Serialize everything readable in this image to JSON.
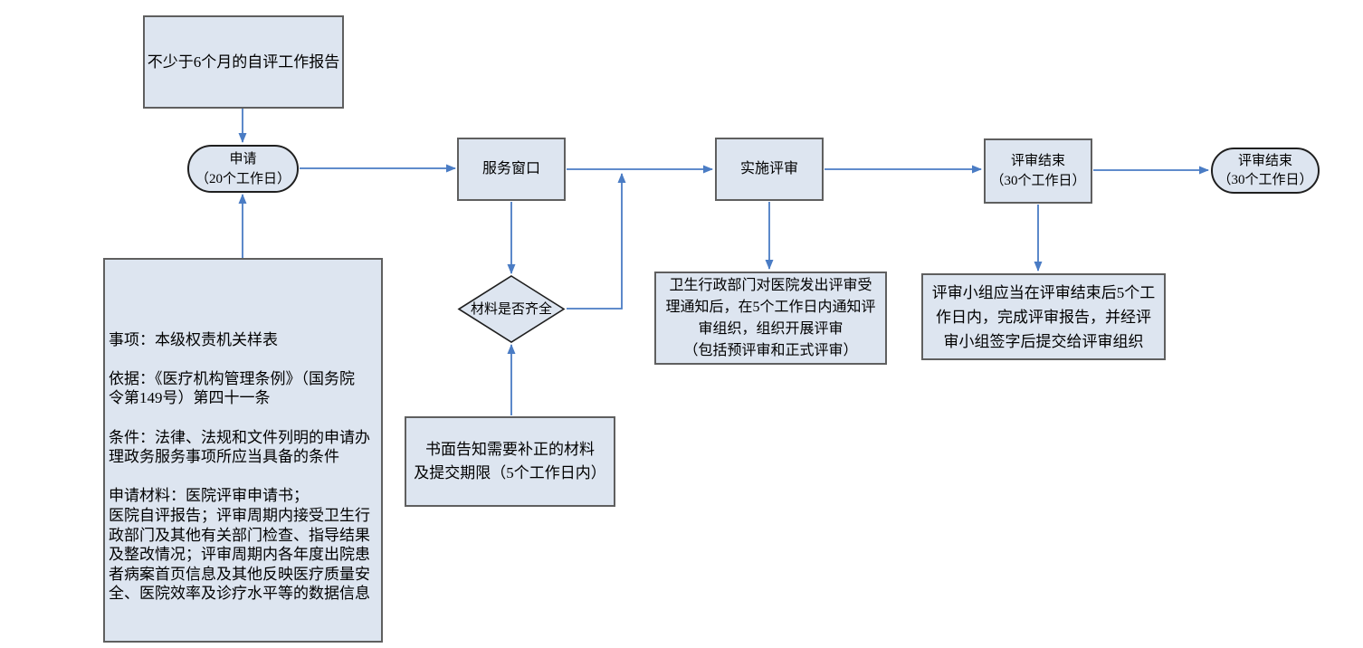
{
  "palette": {
    "page_bg": "#ffffff",
    "node_fill": "#dde5f0",
    "node_border": "#5f5f5f",
    "terminal_border": "#1f1f1f",
    "arrow": "#4a7cc4",
    "text": "#000000"
  },
  "nodes": {
    "self_report": {
      "label": "不少于6个月的自评工作报告"
    },
    "apply": {
      "label": "申请\n（20个工作日）"
    },
    "requirements": {
      "label": "事项：本级权责机关样表\n\n依据：《医疗机构管理条例》（国务院\n令第149号）第四十一条\n\n条件：法律、法规和文件列明的申请办\n理政务服务事项所应当具备的条件\n\n申请材料：医院评审申请书；\n医院自评报告；评审周期内接受卫生行\n政部门及其他有关部门检查、指导结果\n及整改情况；评审周期内各年度出院患\n者病案首页信息及其他反映医疗质量安\n全、医院效率及诊疗水平等的数据信息"
    },
    "service_window": {
      "label": "服务窗口"
    },
    "materials_check": {
      "label": "材料是否齐全"
    },
    "written_notice": {
      "label": "书面告知需要补正的材料\n及提交期限（5个工作日内）"
    },
    "conduct_review": {
      "label": "实施评审"
    },
    "notify_org": {
      "label": "卫生行政部门对医院发出评审受\n理通知后，在5个工作日内通知评\n审组织，组织开展评审\n（包括预评审和正式评审）"
    },
    "review_end": {
      "label": "评审结束\n（30个工作日）"
    },
    "review_report": {
      "label": "评审小组应当在评审结束后5个工\n作日内，完成评审报告，并经评\n审小组签字后提交给评审组织"
    },
    "review_end_terminal": {
      "label": "评审结束\n（30个工作日）"
    }
  },
  "edges": [
    {
      "from": "self_report",
      "to": "apply"
    },
    {
      "from": "requirements",
      "to": "apply"
    },
    {
      "from": "apply",
      "to": "service_window"
    },
    {
      "from": "service_window",
      "to": "materials_check"
    },
    {
      "from": "written_notice",
      "to": "materials_check"
    },
    {
      "from": "materials_check",
      "to": "conduct_review"
    },
    {
      "from": "service_window",
      "to": "conduct_review"
    },
    {
      "from": "conduct_review",
      "to": "notify_org"
    },
    {
      "from": "conduct_review",
      "to": "review_end"
    },
    {
      "from": "review_end",
      "to": "review_report"
    },
    {
      "from": "review_end",
      "to": "review_end_terminal"
    }
  ]
}
